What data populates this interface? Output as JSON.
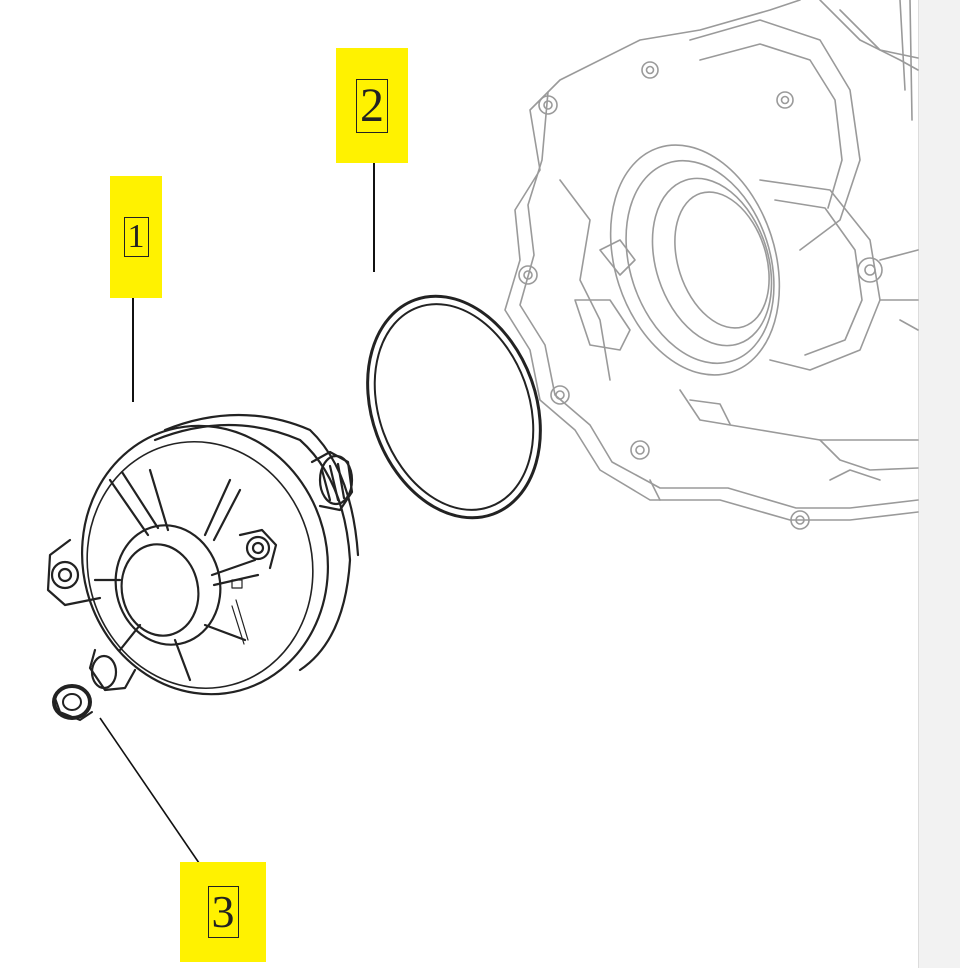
{
  "diagram": {
    "callouts": [
      {
        "id": "1",
        "label": "1"
      },
      {
        "id": "2",
        "label": "2"
      },
      {
        "id": "3",
        "label": "3"
      }
    ],
    "parts": [
      {
        "callout": "1",
        "icon": "pump-housing-cover-icon"
      },
      {
        "callout": "2",
        "icon": "o-ring-seal-icon"
      },
      {
        "callout": "3",
        "icon": "small-seal-ring-icon"
      },
      {
        "callout": "",
        "icon": "engine-case-outline-icon"
      }
    ],
    "colors": {
      "highlight": "#fff200",
      "line": "#222222",
      "faint_line": "#9a9a9a"
    }
  }
}
